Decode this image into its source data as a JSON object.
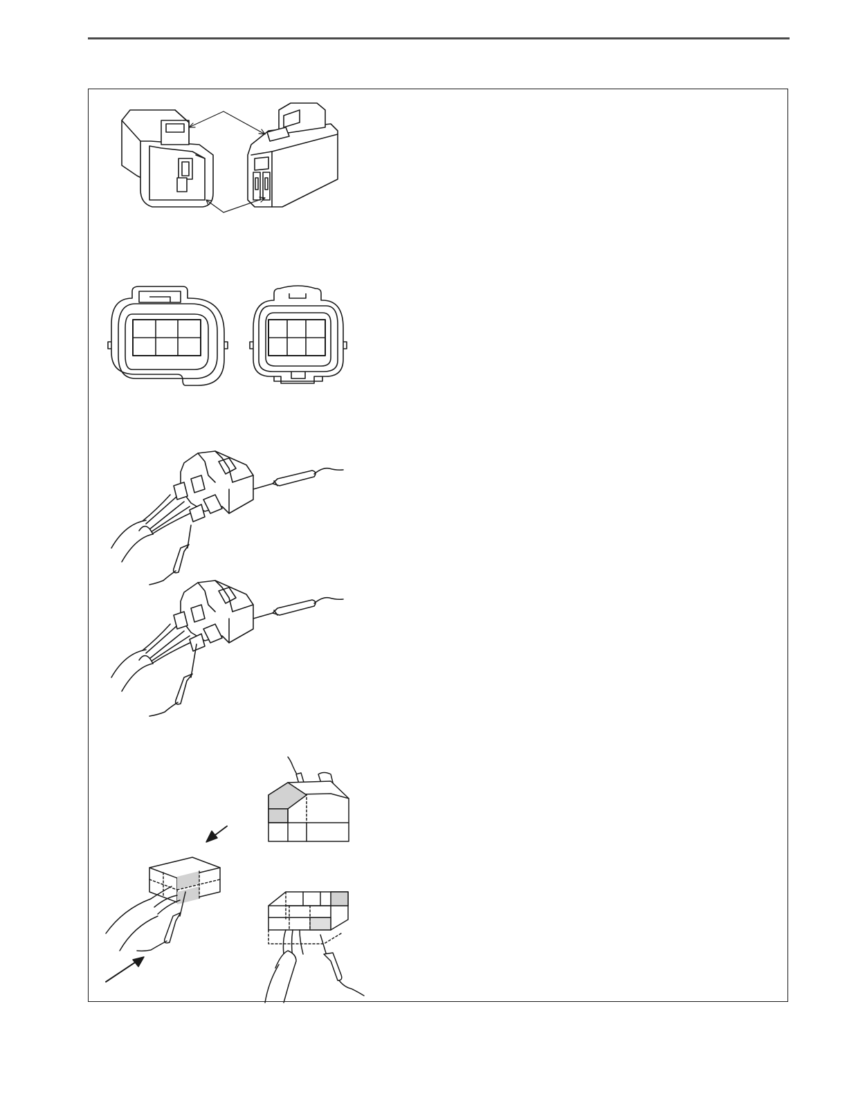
{
  "page": {
    "header": {
      "has_rule": true
    },
    "figures": [
      {
        "name": "connector-pair-isometric",
        "icon": "connector-pair-icon"
      },
      {
        "name": "connector-face-views",
        "icon": "connector-face-icon"
      },
      {
        "name": "probe-connector-front",
        "icon": "probe-icon"
      },
      {
        "name": "probe-connector-back",
        "icon": "probe-icon"
      },
      {
        "name": "terminal-check-views",
        "icon": "terminal-block-icon"
      }
    ],
    "colors": {
      "line": "#1a1a1a",
      "shade": "#d2d2d2",
      "rule": "#4a4a4a"
    }
  }
}
